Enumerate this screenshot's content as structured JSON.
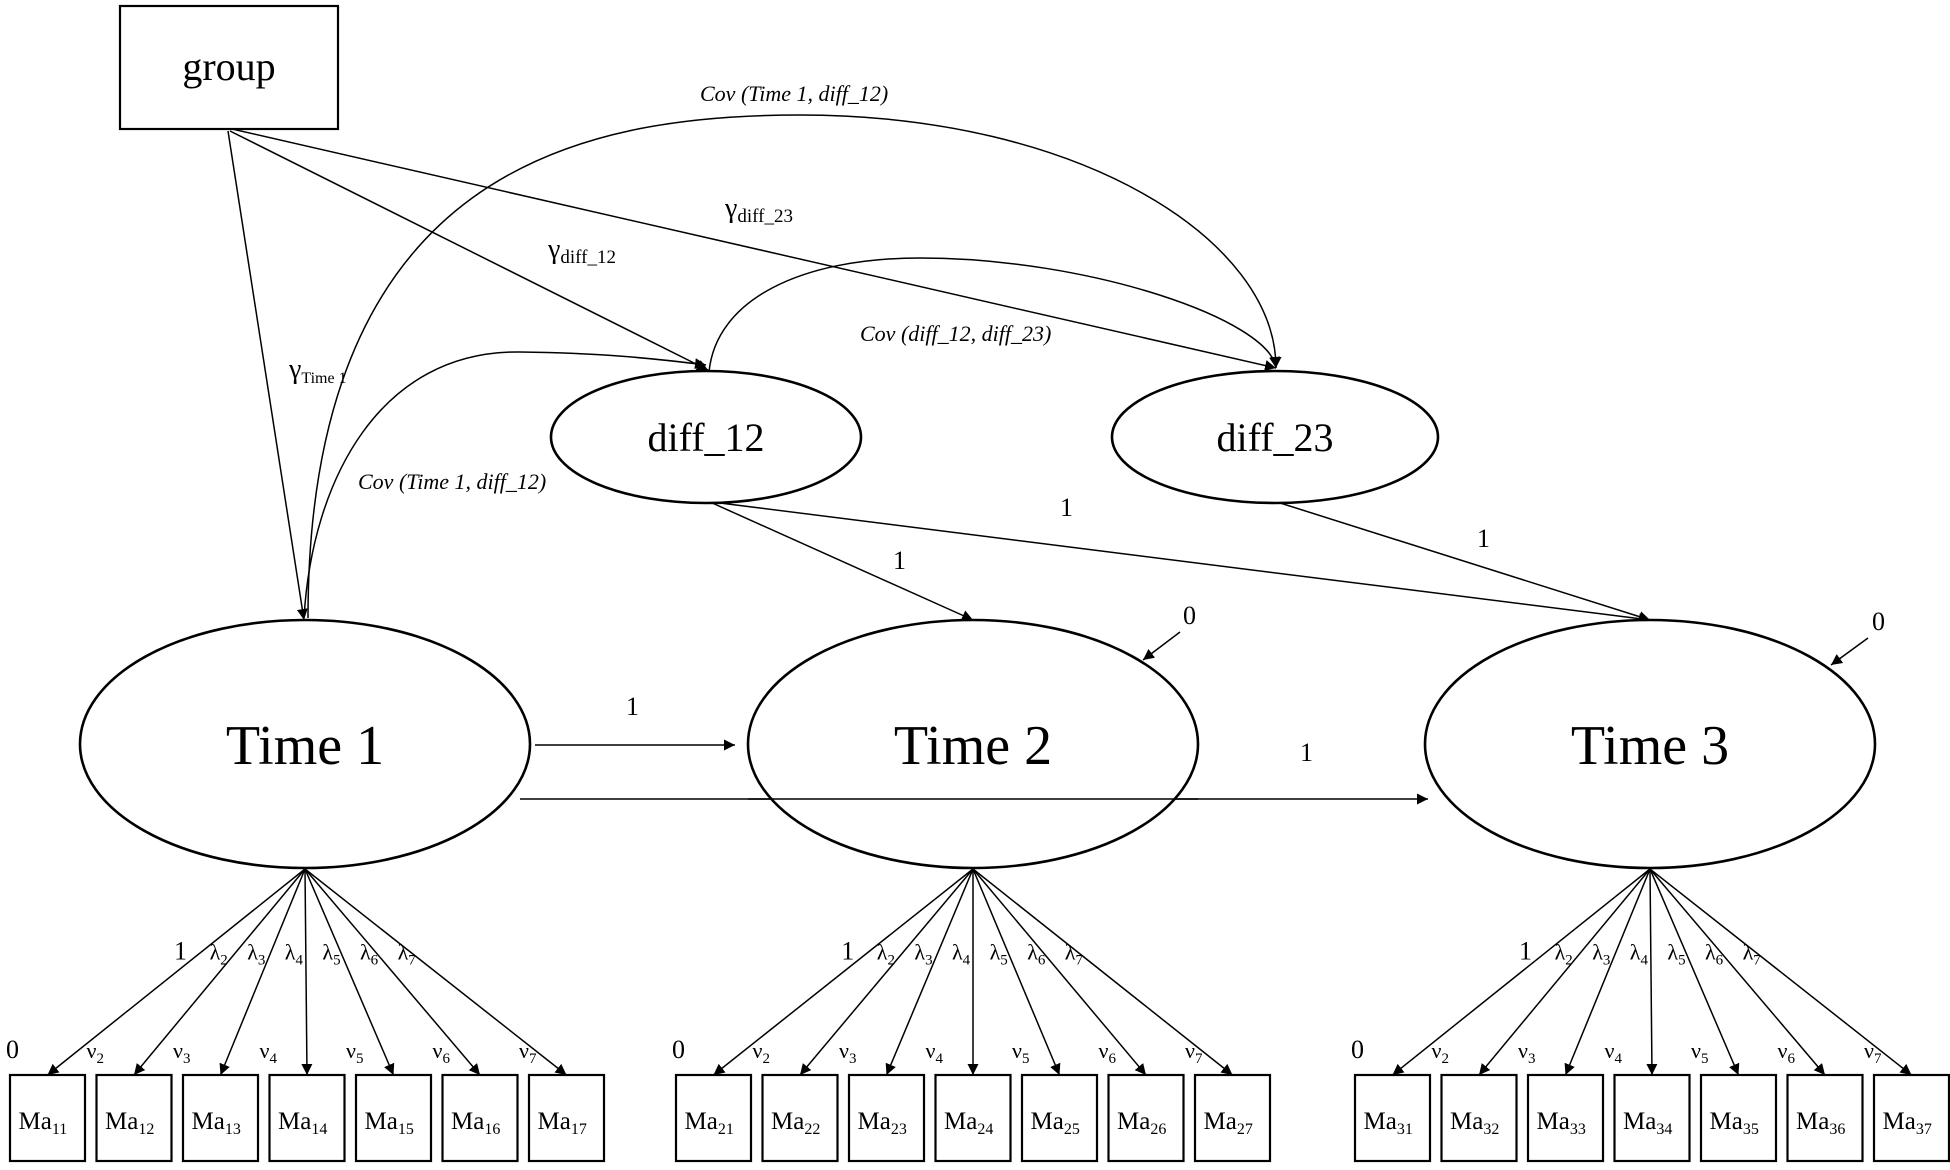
{
  "nodes": {
    "group": "group",
    "diff12": "diff_12",
    "diff23": "diff_23",
    "time1": "Time 1",
    "time2": "Time 2",
    "time3": "Time 3"
  },
  "paths": {
    "gamma_symbol": "γ",
    "gamma_time1": "Time 1",
    "gamma_diff12": "diff_12",
    "gamma_diff23": "diff_23",
    "cov_top": "Cov (Time 1, diff_12)",
    "cov_mid": "Cov (diff_12, diff_23)",
    "cov_low": "Cov (Time 1, diff_12)",
    "fixed_one": "1",
    "residual_zero": "0"
  },
  "indicators": {
    "prefix": "Ma",
    "lambda_symbol": "λ",
    "nu_symbol": "ν",
    "first_loading": "1",
    "first_intercept": "0",
    "time1": [
      "11",
      "12",
      "13",
      "14",
      "15",
      "16",
      "17"
    ],
    "time2": [
      "21",
      "22",
      "23",
      "24",
      "25",
      "26",
      "27"
    ],
    "time3": [
      "31",
      "32",
      "33",
      "34",
      "35",
      "36",
      "37"
    ],
    "param_subscripts": [
      "2",
      "3",
      "4",
      "5",
      "6",
      "7"
    ]
  }
}
